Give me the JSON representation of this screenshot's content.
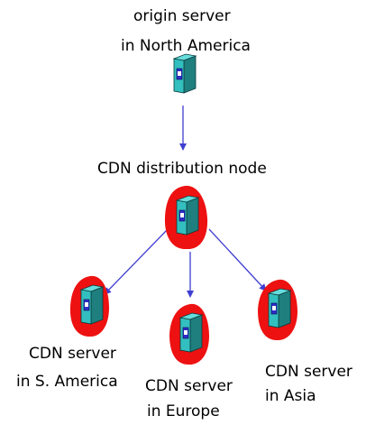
{
  "colors": {
    "server_fill": "#33bfbf",
    "server_dark": "#1f7f7f",
    "server_slot": "#2d2dc8",
    "highlight_blob": "#ee1111",
    "arrow": "#3f3fd0"
  },
  "icons": [
    "server-icon",
    "red-blob-highlight",
    "arrow"
  ],
  "nodes": {
    "origin": {
      "line1": "origin server",
      "line2": "in North America"
    },
    "distribution": {
      "line1": "CDN distribution node"
    },
    "south_america": {
      "line1": "CDN server",
      "line2": "in S. America"
    },
    "europe": {
      "line1": "CDN server",
      "line2": "in Europe"
    },
    "asia": {
      "line1": "CDN server",
      "line2": "in Asia"
    }
  }
}
